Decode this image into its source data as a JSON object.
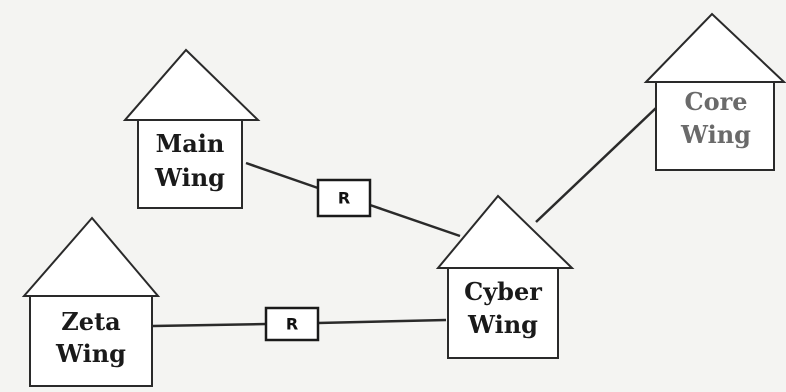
{
  "wings": {
    "main": {
      "line1": "Main",
      "line2": "Wing"
    },
    "core": {
      "line1": "Core",
      "line2": "Wing"
    },
    "cyber": {
      "line1": "Cyber",
      "line2": "Wing"
    },
    "zeta": {
      "line1": "Zeta",
      "line2": "Wing"
    }
  },
  "routers": {
    "r1": {
      "label": "R"
    },
    "r2": {
      "label": "R"
    }
  },
  "links": [
    {
      "from": "Main Wing",
      "to": "Cyber Wing",
      "via": "R"
    },
    {
      "from": "Zeta Wing",
      "to": "Cyber Wing",
      "via": "R"
    },
    {
      "from": "Cyber Wing",
      "to": "Core Wing"
    }
  ]
}
